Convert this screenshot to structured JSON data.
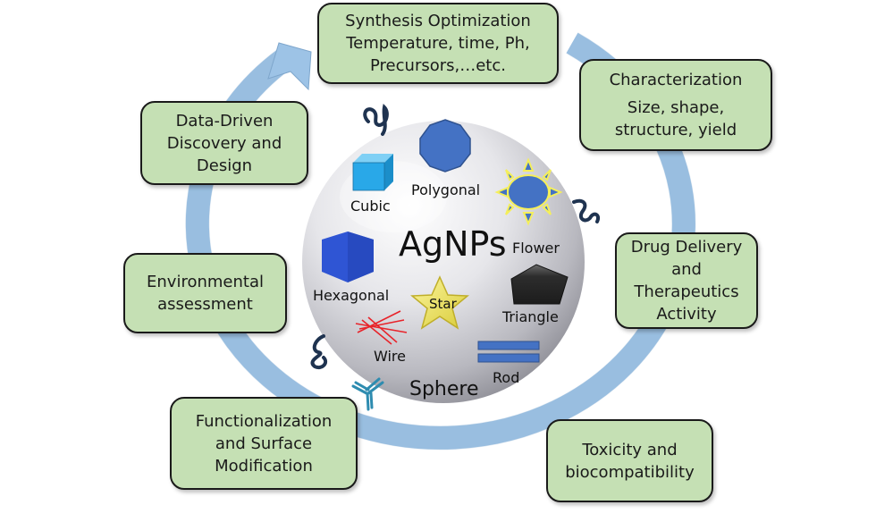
{
  "diagram": {
    "center": {
      "title": "AgNPs",
      "base_label": "Sphere",
      "shapes": [
        {
          "id": "cubic",
          "label": "Cubic",
          "color": "#29a8e8"
        },
        {
          "id": "polygonal",
          "label": "Polygonal",
          "color": "#4472c4"
        },
        {
          "id": "flower",
          "label": "Flower",
          "color": "#4472c4",
          "outline": "#f5ef5a"
        },
        {
          "id": "hexagonal",
          "label": "Hexagonal",
          "color": "#2f55d4"
        },
        {
          "id": "star",
          "label": "Star",
          "color": "#f2e86a"
        },
        {
          "id": "triangle",
          "label": "Triangle",
          "color": "#2b2b2b"
        },
        {
          "id": "wire",
          "label": "Wire",
          "color": "#e8232a"
        },
        {
          "id": "rod",
          "label": "Rod",
          "color": "#4472c4"
        }
      ]
    },
    "cycle_arrow_color": "#9dc3e6",
    "box_fill": "#c5e0b4",
    "stages": [
      {
        "id": "synthesis",
        "lines": [
          "Synthesis Optimization",
          "Temperature, time, Ph,",
          "Precursors,…etc."
        ]
      },
      {
        "id": "characterization",
        "heading": "Characterization",
        "lines": [
          "Size, shape,",
          "structure, yield"
        ]
      },
      {
        "id": "drug-delivery",
        "lines": [
          "Drug Delivery",
          "and",
          "Therapeutics",
          "Activity"
        ]
      },
      {
        "id": "toxicity",
        "lines": [
          "Toxicity and",
          "biocompatibility"
        ]
      },
      {
        "id": "functionalization",
        "lines": [
          "Functionalization",
          "and Surface",
          "Modification"
        ]
      },
      {
        "id": "environmental",
        "lines": [
          "Environmental",
          "assessment"
        ]
      },
      {
        "id": "data-driven",
        "lines": [
          "Data-Driven",
          "Discovery and",
          "Design"
        ]
      }
    ]
  }
}
